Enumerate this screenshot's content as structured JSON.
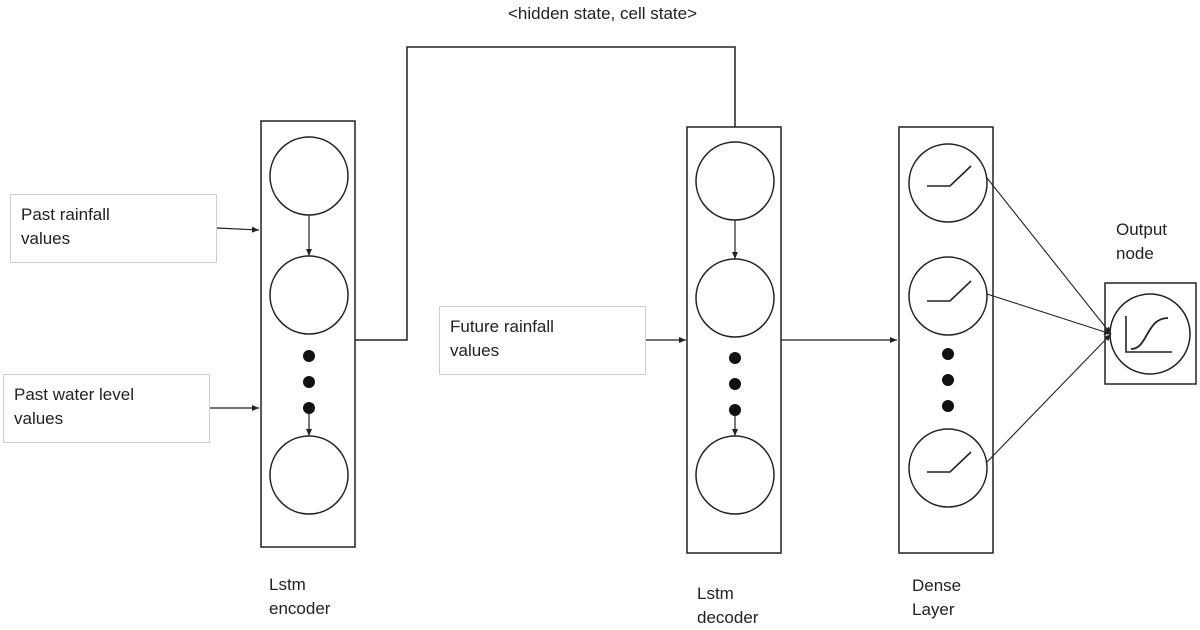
{
  "inputs": {
    "past_rainfall": "Past rainfall\nvalues",
    "past_water_level": "Past water level\nvalues",
    "future_rainfall": "Future rainfall\nvalues"
  },
  "state_link": "<hidden state, cell state>",
  "columns": {
    "encoder": "Lstm\nencoder",
    "decoder": "Lstm\ndecoder",
    "dense": "Dense\nLayer"
  },
  "output": "Output\nnode"
}
